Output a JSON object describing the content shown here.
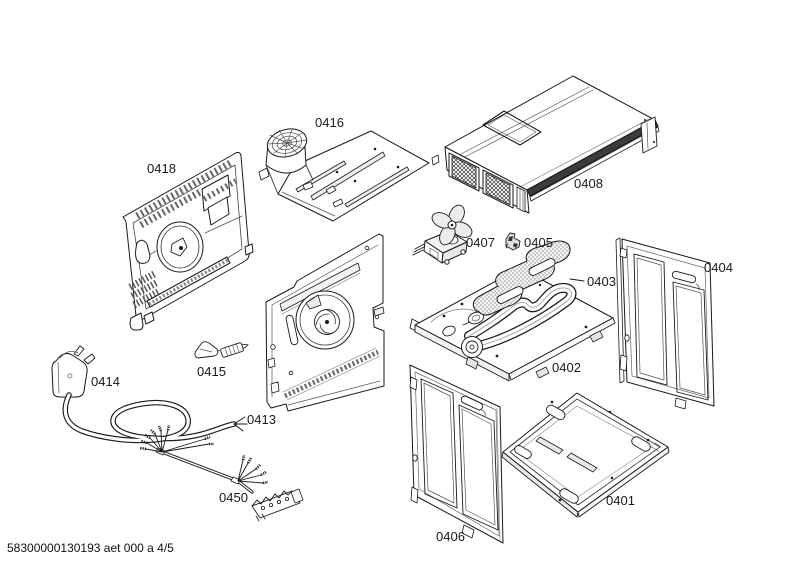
{
  "doc": {
    "footer": "58300000130193 aet 000 a 4/5",
    "page_indicator": "4/5"
  },
  "diagram": {
    "kind": "exploded-parts-diagram",
    "line_color": "#1a1a1a",
    "background": "#ffffff",
    "parts": [
      {
        "ref": "0418"
      },
      {
        "ref": "0416"
      },
      {
        "ref": "0408"
      },
      {
        "ref": "0407"
      },
      {
        "ref": "0405"
      },
      {
        "ref": "0403"
      },
      {
        "ref": "0404"
      },
      {
        "ref": "0402"
      },
      {
        "ref": "0415"
      },
      {
        "ref": "0414"
      },
      {
        "ref": "0413"
      },
      {
        "ref": "0450"
      },
      {
        "ref": "0406"
      },
      {
        "ref": "0401"
      }
    ]
  }
}
